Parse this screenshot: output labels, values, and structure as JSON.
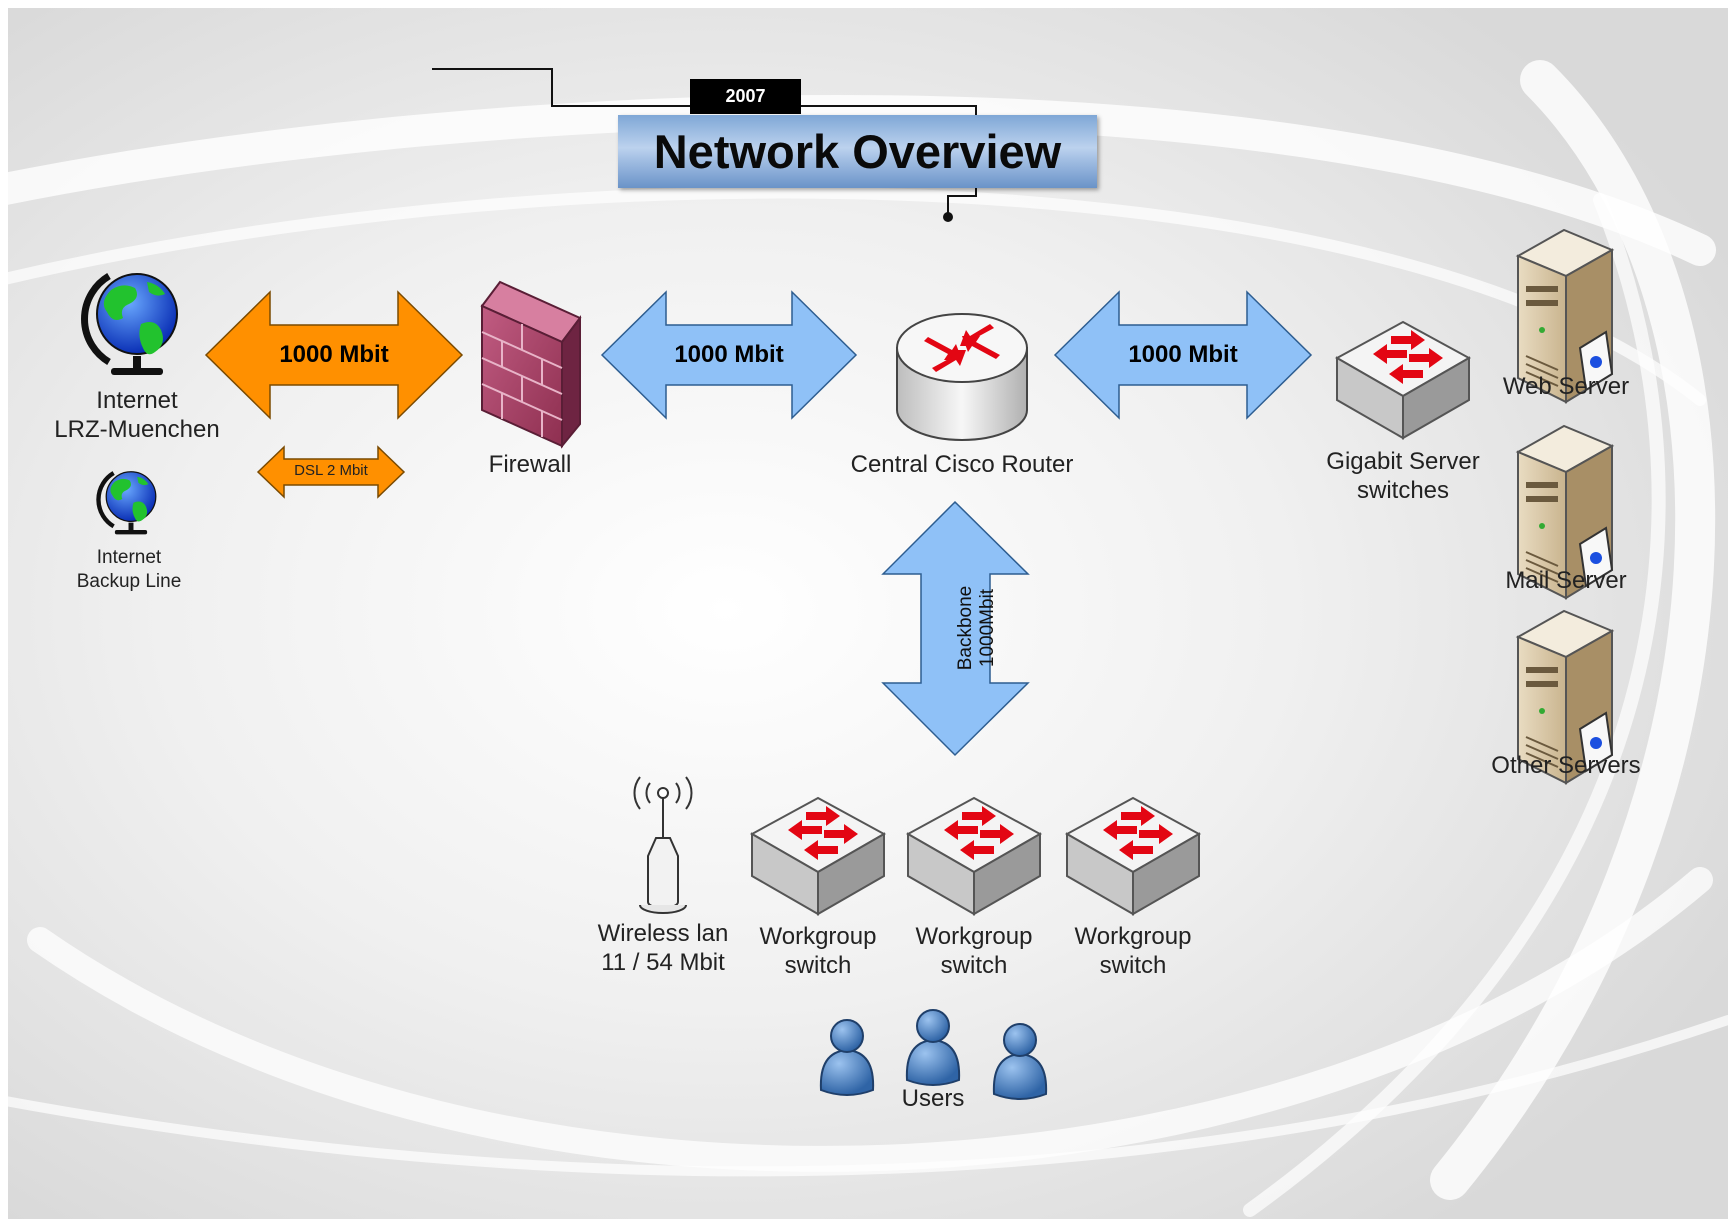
{
  "header": {
    "year_badge": "2007",
    "title": "Network Overview"
  },
  "nodes": {
    "internet_main": {
      "line1": "Internet",
      "line2": "LRZ-Muenchen",
      "icon": "globe-icon"
    },
    "internet_backup": {
      "line1": "Internet",
      "line2": "Backup Line",
      "icon": "globe-icon"
    },
    "firewall": {
      "label": "Firewall",
      "icon": "firewall-icon"
    },
    "router": {
      "label": "Central Cisco  Router",
      "icon": "router-icon"
    },
    "gigabit_switch": {
      "line1": "Gigabit Server",
      "line2": "switches",
      "icon": "switch-icon"
    },
    "web_server": {
      "label": "Web Server",
      "icon": "server-icon"
    },
    "mail_server": {
      "label": "Mail Server",
      "icon": "server-icon"
    },
    "other_servers": {
      "label": "Other Servers",
      "icon": "server-icon"
    },
    "wireless": {
      "line1": "Wireless lan",
      "line2": "11 / 54 Mbit",
      "icon": "wireless-antenna-icon"
    },
    "workgroup_switches": [
      {
        "line1": "Workgroup",
        "line2": "switch"
      },
      {
        "line1": "Workgroup",
        "line2": "switch"
      },
      {
        "line1": "Workgroup",
        "line2": "switch"
      }
    ],
    "users": {
      "label": "Users",
      "icon": "user-icon"
    }
  },
  "links": {
    "internet_firewall": {
      "label": "1000 Mbit",
      "color": "#ff9000"
    },
    "dsl_backup": {
      "label": "DSL 2 Mbit",
      "color": "#ff9000"
    },
    "firewall_router": {
      "label": "1000 Mbit",
      "color": "#8fc1f7"
    },
    "router_switch": {
      "label": "1000 Mbit",
      "color": "#8fc1f7"
    },
    "backbone": {
      "line1": "Backbone",
      "line2": "1000Mbit",
      "color": "#8fc1f7"
    }
  },
  "colors": {
    "orange_arrow": "#ff9000",
    "blue_arrow": "#8fc1f7",
    "title_blue": "#8fb1dc",
    "firewall_red": "#a73f63",
    "switch_arrow_red": "#e30613",
    "user_blue": "#4f86c4"
  }
}
